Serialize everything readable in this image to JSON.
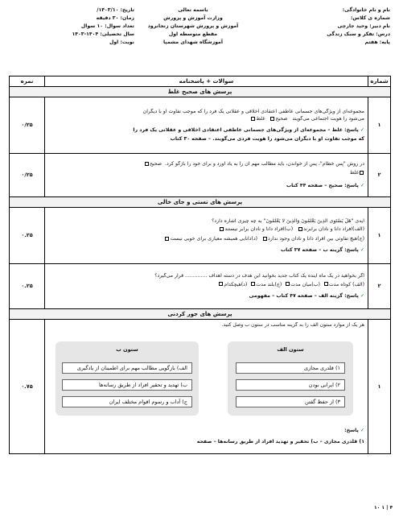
{
  "header": {
    "right": [
      "نام و نام خانوادگی:",
      "شماره ی کلاس:",
      "نام دبیر: وحید جارچی",
      "درس: تفکر و سبک زندگی",
      "پایه: هفتم"
    ],
    "middle": [
      "باسمه تعالی",
      "وزارت آموزش و پرورش",
      "آموزش و پرورش شهرستان  زنجانرود",
      "مقطع  متوسطه اول",
      "آموزشگاه شهدای مشمپا"
    ],
    "left": [
      "تاریخ: ۱۴۰۳/۱۰/",
      "زمان: ۳۰ دقیقه",
      "تعداد سوال: ۱۰ سوال",
      "سال تحصیلی: ۱۴۰۴-۱۴۰۳",
      "نوبت: اول"
    ]
  },
  "table": {
    "col_number": "شماره",
    "col_questions": "سوالات + پاسخنامه",
    "col_score": "نمره"
  },
  "sections": {
    "s1": "پرسش های صحیح غلط",
    "s2": "پرسش های تستی و جای خالی",
    "s3": "پرسش های جور کردنی"
  },
  "q1": {
    "num": "۱",
    "score": "۰/۲۵",
    "l1": "مجموعه‌ای از ویژگی‌های جسمانی عاطفی اعتقادی اخلاقی و عقلانی یک فرد را که موجب تفاوت او با دیگران",
    "l2": "می‌شود را هویت اجتماعی می‌گویند",
    "t": "صحیح",
    "f": "غلط",
    "ans1": "پاسخ: غلط – مجموعه‌ای از ویژگی‌های جسمانی عاطفی اعتقادی اخلاقی و عقلانی یک فرد را",
    "ans2": "که موجب تفاوت او با دیگران می‌شود را هویت فردی می‌گویند. – صفحه ۳۰ کتاب"
  },
  "q2": {
    "num": "۲",
    "score": "۰/۲۵",
    "l1": "در روش \"پس خطام\"، پس از خواندن، باید مطالب مهم آن را به یاد آورد و برای خود را بازگو کرد.",
    "t": "صحیح",
    "f": "غلط",
    "ans": "پاسخ: صحیح – صفحه ۴۴ کتاب"
  },
  "q3": {
    "num": "۱",
    "score": "۰.۲۵",
    "l1": "آیه‌ی \"هَلْ یَسْتَوِی الَّذِینَ یَعْلَمُونَ وَالَّذِینَ لَا یَعْلَمُونَ\" به چه چیزی اشاره دارد؟",
    "o1": "(الف)افراد دانا و نادان برابرند",
    "o2": "(ب)افراد دانا و نادان برابر نیستند",
    "o3": "(ج)هیچ تفاوتی بین افراد دانا و نادان وجود ندارد",
    "o4": "(د)دانایی همیشه معیاری برای خوبی نیست",
    "ans": "پاسخ: گزینه ب – صفحه ۳۷ کتاب"
  },
  "q4": {
    "num": "۲",
    "score": "۰.۲۵",
    "l1": "اگر بخواهید در یک ماه آینده یک کتاب جدید بخوانید این هدف در دسته اهداف .............. قرار می‌گیرد؟",
    "o1": "(الف) کوتاه مدت",
    "o2": "(ب)میان مدت",
    "o3": "(ج)بلند مدت",
    "o4": "(د)هیچکدام",
    "ans": "پاسخ: گزینه الف – صفحه ۴۷ کتاب – مفهومی"
  },
  "q5": {
    "num": "۱",
    "score": "۰.۷۵",
    "prompt": "هر یک از موارد ستون الف را به گزینه مناسب در ستون ب وصل کنید.",
    "colA_title": "ستون الف",
    "colA": [
      "۱) قلدری مجازی",
      "۲) ایرانی بودن",
      "۳) از حفظ گفتن"
    ],
    "colB_title": "ستون ب",
    "colB": [
      "الف) بازگویی مطالب مهم برای اطمینان از یادگیری",
      "ب) تهدید و تحقیر افراد از طریق رسانه‌ها",
      "ج) آداب و رسوم اقوام مختلف ایران"
    ],
    "ans_label": "پاسخ:",
    "ans": "۱) قلدری مجازی – ب) تحقیر و تهدید افراد از طریق رسانه‌ها – صفحه"
  },
  "footer": "۴ | ۱ ۱۰"
}
